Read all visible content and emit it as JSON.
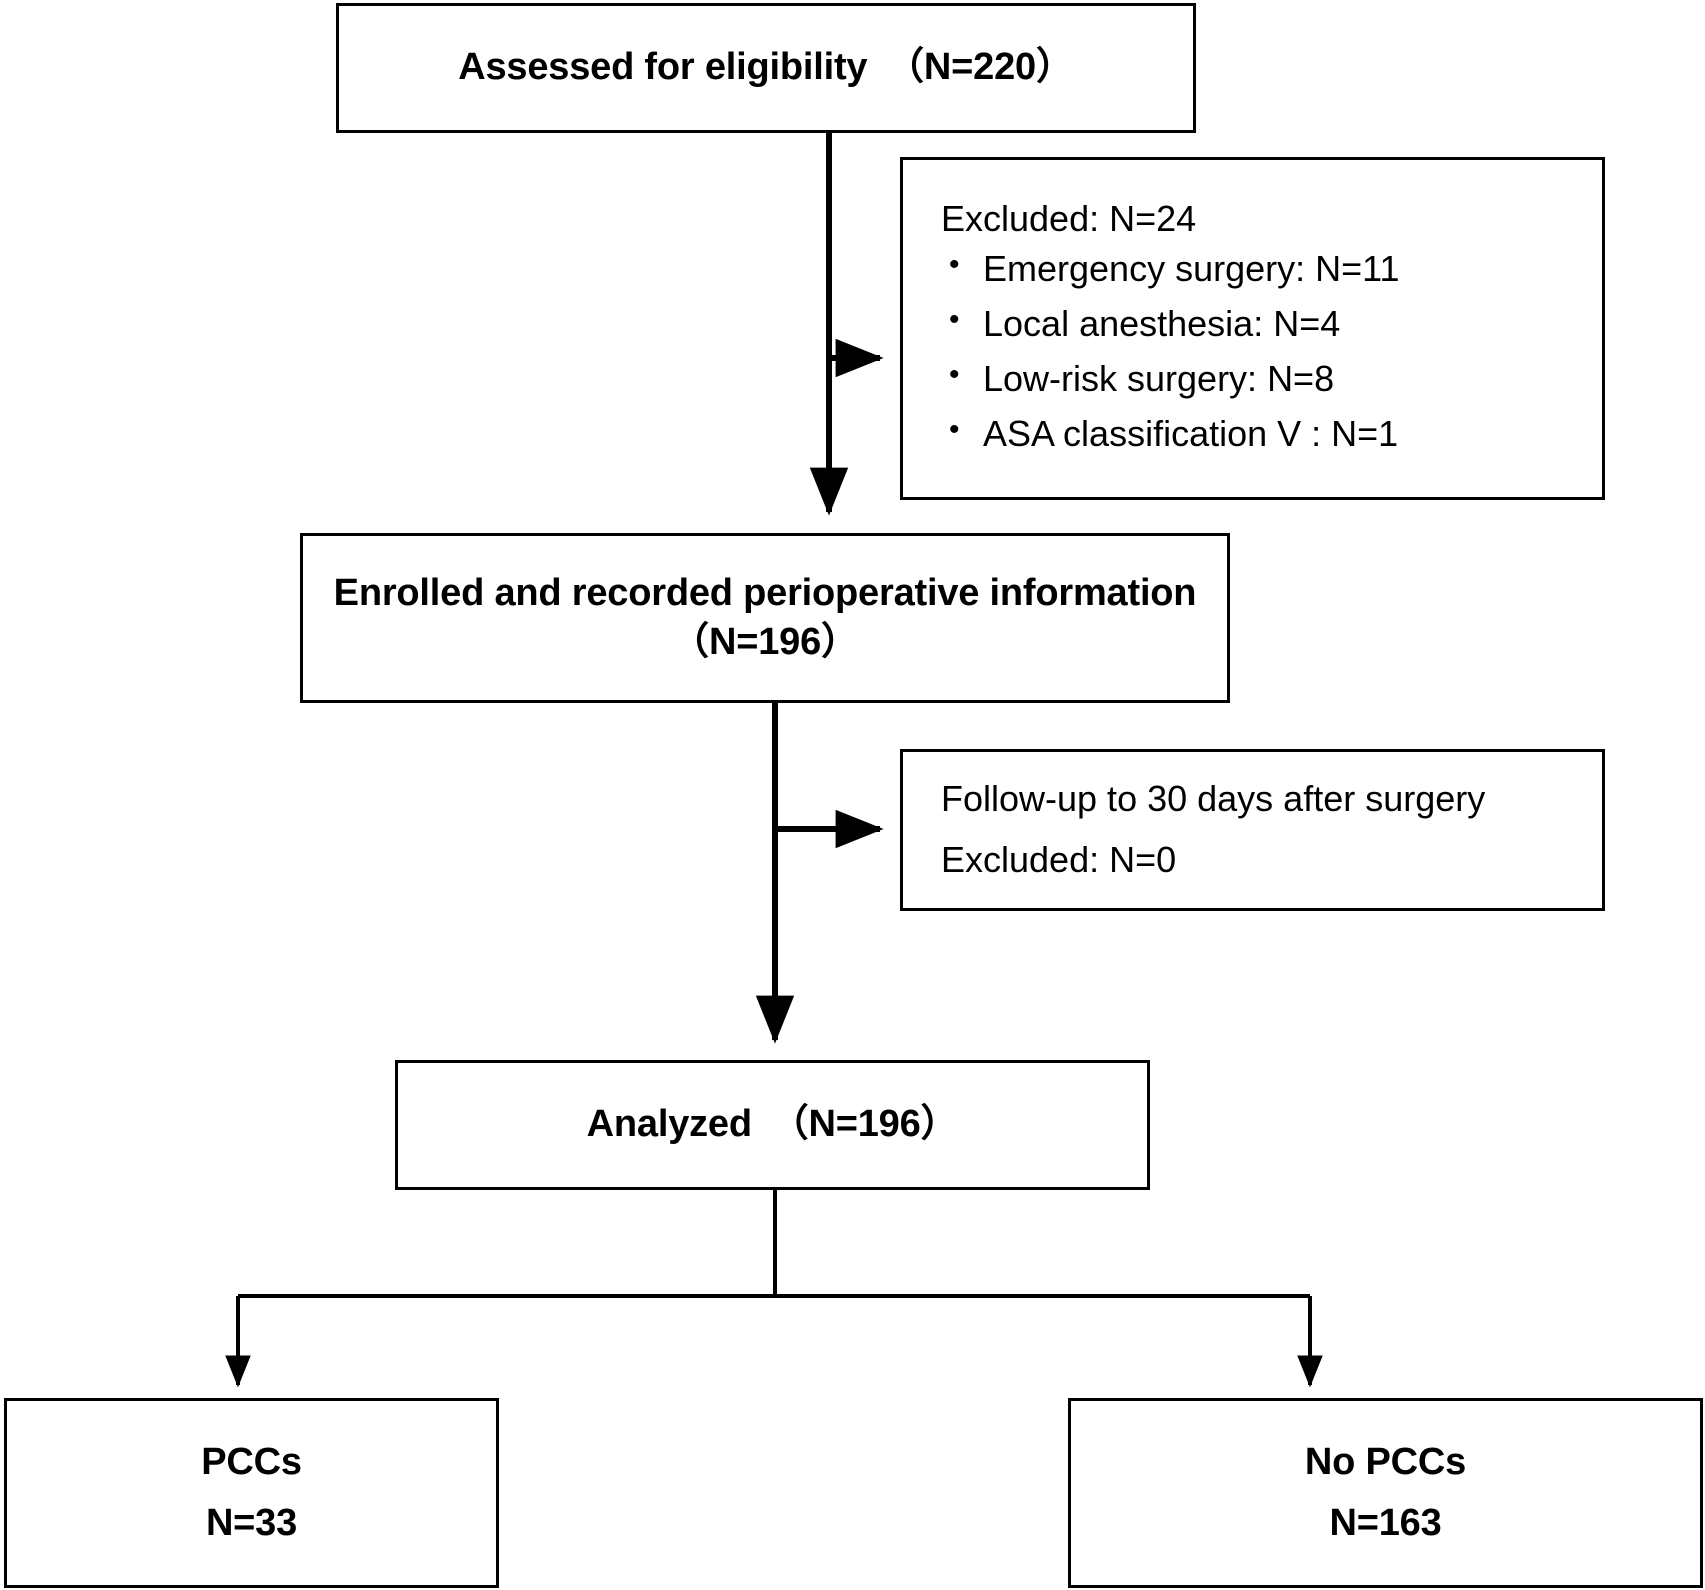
{
  "diagram": {
    "type": "consort-flow-diagram",
    "title": "Patient enrollment flow diagram",
    "line_color": "#000000",
    "background_color": "#ffffff",
    "nodes": {
      "assessed": {
        "label": "Assessed for eligibility　（N=220）",
        "n": 220
      },
      "excluded": {
        "heading": "Excluded: N=24",
        "n": 24,
        "reasons": [
          {
            "label": "Emergency surgery: N=11",
            "n": 11
          },
          {
            "label": "Local anesthesia: N=4",
            "n": 4
          },
          {
            "label": "Low-risk surgery: N=8",
            "n": 8
          },
          {
            "label": "ASA classification V : N=1",
            "n": 1
          }
        ]
      },
      "enrolled": {
        "line1": "Enrolled and recorded perioperative information",
        "line2": "（N=196）",
        "n": 196
      },
      "followup": {
        "line1": "Follow-up to 30 days after surgery",
        "line2": "Excluded: N=0",
        "n": 0
      },
      "analyzed": {
        "label": "Analyzed　（N=196）",
        "n": 196
      },
      "pccs": {
        "line1": "PCCs",
        "line2": "N=33",
        "n": 33
      },
      "no_pccs": {
        "line1": "No PCCs",
        "line2": "N=163",
        "n": 163
      }
    }
  }
}
